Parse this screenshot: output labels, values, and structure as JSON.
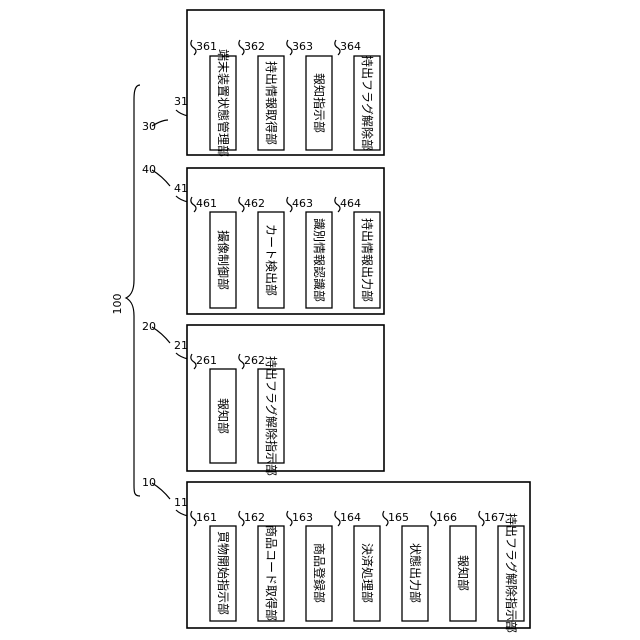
{
  "system": {
    "label": "100"
  },
  "groups": [
    {
      "label": "30",
      "inner_label": "31",
      "modules": [
        {
          "id": "361",
          "text": "端末装置状態管理部"
        },
        {
          "id": "362",
          "text": "持出情報取得部"
        },
        {
          "id": "363",
          "text": "報知指示部"
        },
        {
          "id": "364",
          "text": "持出フラグ解除部"
        }
      ]
    },
    {
      "label": "40",
      "inner_label": "41",
      "modules": [
        {
          "id": "461",
          "text": "撮像制御部"
        },
        {
          "id": "462",
          "text": "カート検出部"
        },
        {
          "id": "463",
          "text": "識別情報認識部"
        },
        {
          "id": "464",
          "text": "持出情報出力部"
        }
      ]
    },
    {
      "label": "20",
      "inner_label": "21",
      "modules": [
        {
          "id": "261",
          "text": "報知部"
        },
        {
          "id": "262",
          "text": "持出フラグ解除指示部"
        }
      ]
    },
    {
      "label": "10",
      "inner_label": "11",
      "modules": [
        {
          "id": "161",
          "text": "買物開始指示部"
        },
        {
          "id": "162",
          "text": "商品コード取得部"
        },
        {
          "id": "163",
          "text": "商品登録部"
        },
        {
          "id": "164",
          "text": "決済処理部"
        },
        {
          "id": "165",
          "text": "状態出力部"
        },
        {
          "id": "166",
          "text": "報知部"
        },
        {
          "id": "167",
          "text": "持出フラグ解除指示部"
        }
      ]
    }
  ]
}
